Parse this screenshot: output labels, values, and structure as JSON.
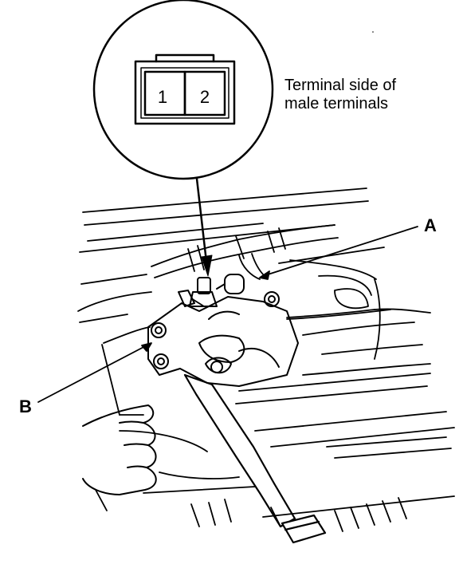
{
  "callout": {
    "line1": "Terminal side of",
    "line2": "male terminals"
  },
  "connector": {
    "pins": [
      "1",
      "2"
    ]
  },
  "labels": {
    "a": "A",
    "b": "B"
  },
  "colors": {
    "ink": "#000000",
    "paper": "#ffffff"
  }
}
